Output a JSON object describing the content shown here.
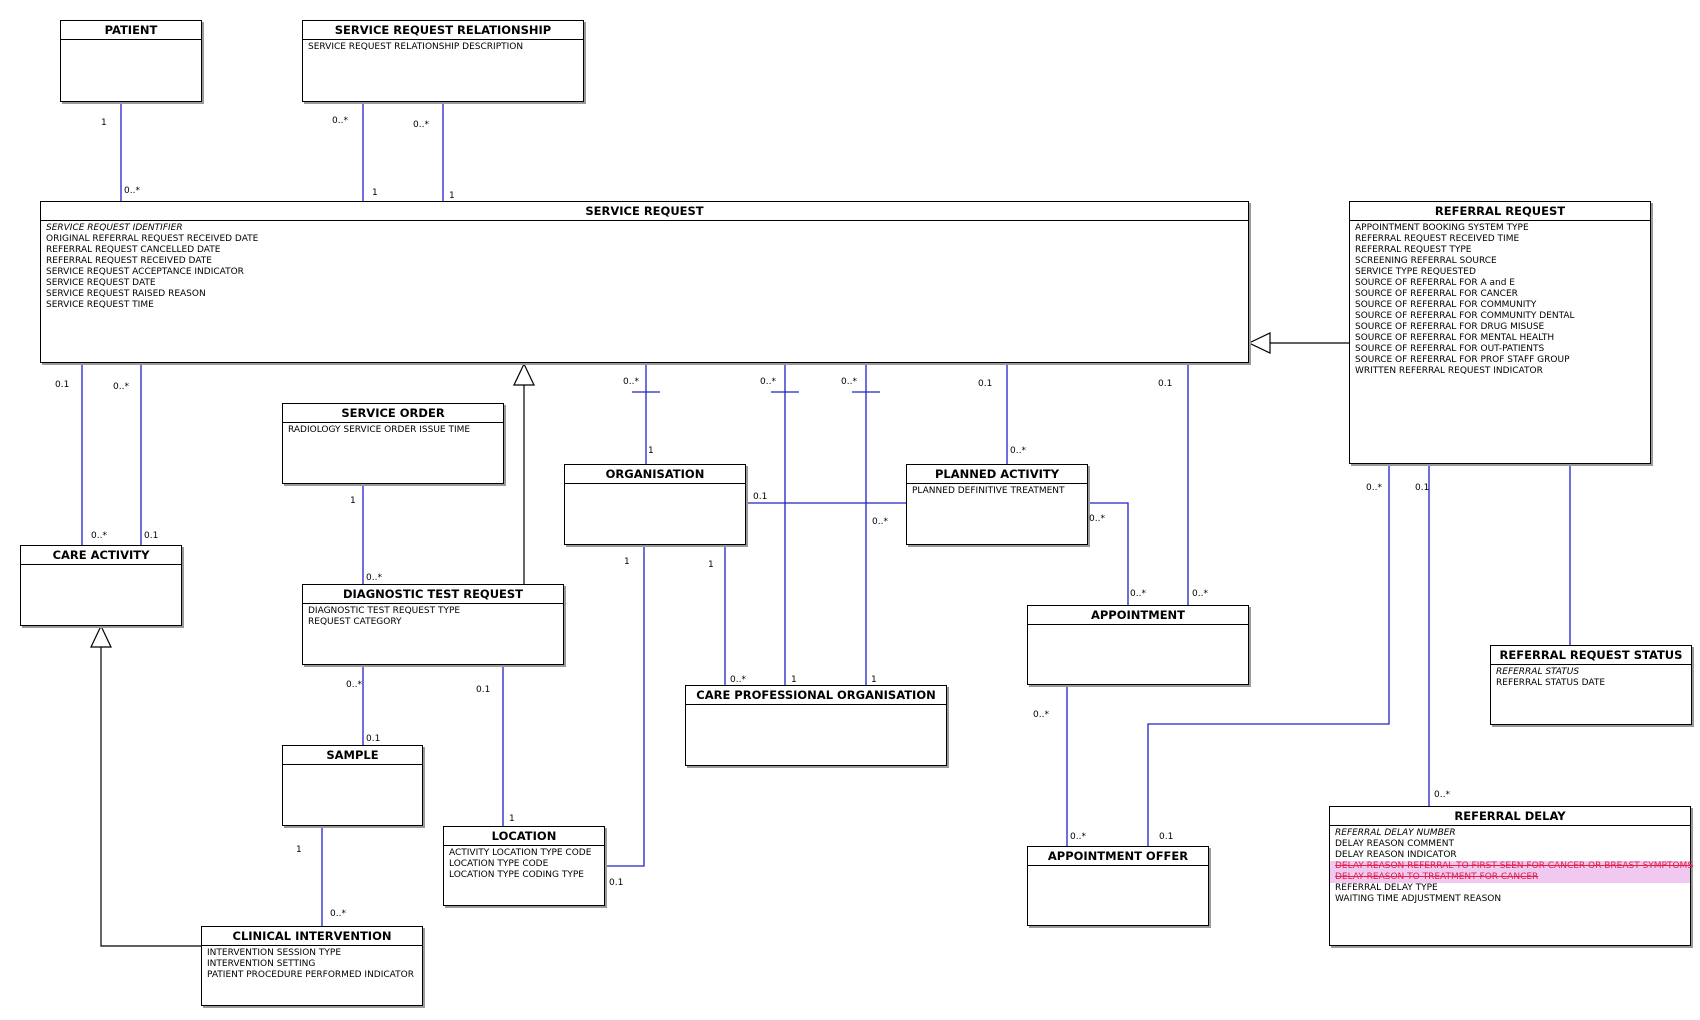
{
  "classes": {
    "patient": {
      "name": "PATIENT",
      "attrs": []
    },
    "srr": {
      "name": "SERVICE REQUEST RELATIONSHIP",
      "attrs": [
        {
          "t": "SERVICE REQUEST RELATIONSHIP DESCRIPTION"
        }
      ]
    },
    "service_request": {
      "name": "SERVICE REQUEST",
      "attrs": [
        {
          "t": "SERVICE REQUEST IDENTIFIER",
          "s": "ital"
        },
        {
          "t": "ORIGINAL REFERRAL REQUEST RECEIVED DATE"
        },
        {
          "t": "REFERRAL REQUEST CANCELLED DATE"
        },
        {
          "t": "REFERRAL REQUEST RECEIVED DATE"
        },
        {
          "t": "SERVICE REQUEST ACCEPTANCE INDICATOR"
        },
        {
          "t": "SERVICE REQUEST DATE"
        },
        {
          "t": "SERVICE REQUEST RAISED REASON"
        },
        {
          "t": "SERVICE REQUEST TIME"
        }
      ]
    },
    "referral_request": {
      "name": "REFERRAL REQUEST",
      "attrs": [
        {
          "t": "APPOINTMENT BOOKING SYSTEM TYPE"
        },
        {
          "t": "REFERRAL REQUEST RECEIVED TIME"
        },
        {
          "t": "REFERRAL REQUEST TYPE"
        },
        {
          "t": "SCREENING REFERRAL SOURCE"
        },
        {
          "t": "SERVICE TYPE REQUESTED"
        },
        {
          "t": "SOURCE OF REFERRAL FOR A and E"
        },
        {
          "t": "SOURCE OF REFERRAL FOR CANCER"
        },
        {
          "t": "SOURCE OF REFERRAL FOR COMMUNITY"
        },
        {
          "t": "SOURCE OF REFERRAL FOR COMMUNITY DENTAL"
        },
        {
          "t": "SOURCE OF REFERRAL FOR DRUG MISUSE"
        },
        {
          "t": "SOURCE OF REFERRAL FOR MENTAL HEALTH"
        },
        {
          "t": "SOURCE OF REFERRAL FOR OUT-PATIENTS"
        },
        {
          "t": "SOURCE OF REFERRAL FOR PROF STAFF GROUP"
        },
        {
          "t": "WRITTEN REFERRAL REQUEST INDICATOR"
        }
      ]
    },
    "service_order": {
      "name": "SERVICE ORDER",
      "attrs": [
        {
          "t": "RADIOLOGY SERVICE ORDER ISSUE TIME"
        }
      ]
    },
    "organisation": {
      "name": "ORGANISATION",
      "attrs": []
    },
    "planned_activity": {
      "name": "PLANNED ACTIVITY",
      "attrs": [
        {
          "t": "PLANNED DEFINITIVE TREATMENT"
        }
      ]
    },
    "care_activity": {
      "name": "CARE ACTIVITY",
      "attrs": []
    },
    "diagnostic_test_request": {
      "name": "DIAGNOSTIC TEST REQUEST",
      "attrs": [
        {
          "t": "DIAGNOSTIC TEST REQUEST TYPE"
        },
        {
          "t": "REQUEST CATEGORY"
        }
      ]
    },
    "appointment": {
      "name": "APPOINTMENT",
      "attrs": []
    },
    "referral_request_status": {
      "name": "REFERRAL REQUEST STATUS",
      "attrs": [
        {
          "t": "REFERRAL STATUS",
          "s": "ital"
        },
        {
          "t": "REFERRAL STATUS DATE"
        }
      ]
    },
    "care_professional_organisation": {
      "name": "CARE PROFESSIONAL ORGANISATION",
      "attrs": []
    },
    "sample": {
      "name": "SAMPLE",
      "attrs": []
    },
    "location": {
      "name": "LOCATION",
      "attrs": [
        {
          "t": "ACTIVITY LOCATION TYPE CODE"
        },
        {
          "t": "LOCATION TYPE CODE"
        },
        {
          "t": "LOCATION TYPE CODING TYPE"
        }
      ]
    },
    "referral_delay": {
      "name": "REFERRAL DELAY",
      "attrs": [
        {
          "t": "REFERRAL DELAY NUMBER",
          "s": "ital"
        },
        {
          "t": "DELAY REASON COMMENT"
        },
        {
          "t": "DELAY REASON INDICATOR"
        },
        {
          "t": "DELAY REASON REFERRAL TO FIRST SEEN FOR CANCER OR BREAST SYMPTOMS",
          "s": "strike"
        },
        {
          "t": "DELAY REASON TO TREATMENT FOR CANCER",
          "s": "strike"
        },
        {
          "t": "REFERRAL DELAY TYPE"
        },
        {
          "t": "WAITING TIME ADJUSTMENT REASON"
        }
      ]
    },
    "appointment_offer": {
      "name": "APPOINTMENT OFFER",
      "attrs": []
    },
    "clinical_intervention": {
      "name": "CLINICAL INTERVENTION",
      "attrs": [
        {
          "t": "INTERVENTION SESSION TYPE"
        },
        {
          "t": "INTERVENTION SETTING"
        },
        {
          "t": "PATIENT PROCEDURE PERFORMED INDICATOR"
        }
      ]
    }
  },
  "multiplicities": [
    "1",
    "0..*",
    "0..*",
    "1",
    "0..*",
    "1",
    "0.1",
    "0..*",
    "0..*",
    "0.1",
    "0..*",
    "1",
    "0..*",
    "0..*",
    "0.1",
    "0..*",
    "0.1",
    "0..*",
    "1",
    "0..*",
    "0.1",
    "0..*",
    "0..*",
    "1",
    "0..*",
    "1",
    "1",
    "1",
    "0..*",
    "0..*",
    "0.1",
    "0.1",
    "1",
    "1",
    "0..*",
    "0.1",
    "0..*",
    "0..*",
    "0..*",
    "0.1",
    "0.1",
    "0..*"
  ],
  "colors": {
    "association": "#2020c8",
    "border": "#000000",
    "shadow": "#9a9a9a",
    "deleted_text": "#e0204a",
    "deleted_highlight": "#f0c8f0"
  }
}
